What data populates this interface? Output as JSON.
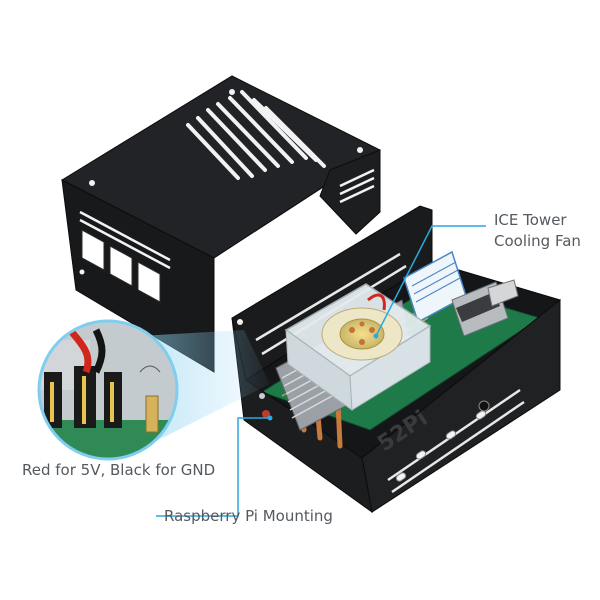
{
  "product_label": "52Pi",
  "callouts": {
    "fan_line1": "ICE Tower",
    "fan_line2": "Cooling Fan",
    "power": "Red for 5V, Black for GND",
    "mount": "Raspberry Pi Mounting"
  },
  "colors": {
    "leader_line": "#29a9e0",
    "callout_text": "#555a60",
    "case_metal": "#1b1c1e",
    "fan_copper": "#c87a3a",
    "fan_center": "#e6c23c",
    "pcb_green": "#1f7a4a",
    "wire_red": "#d0261c"
  }
}
